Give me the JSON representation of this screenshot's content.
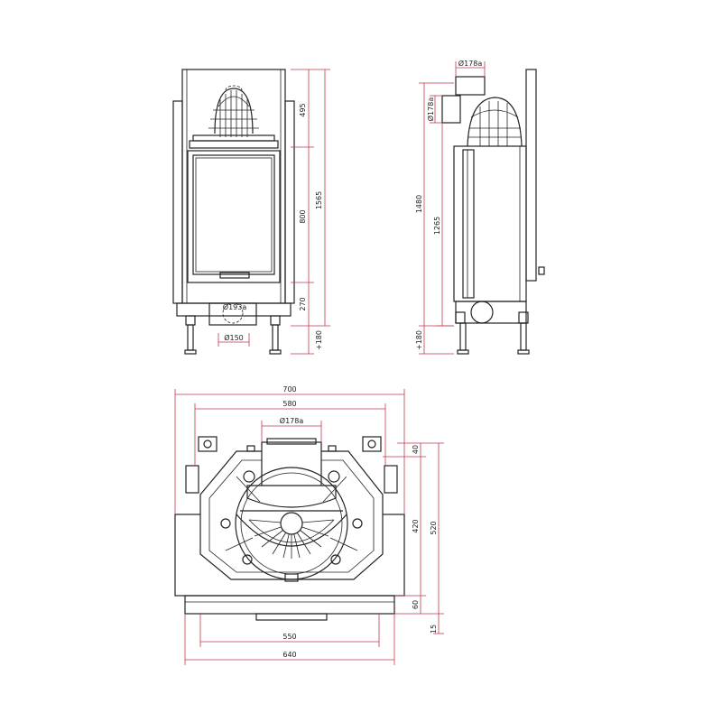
{
  "colors": {
    "line": "#222222",
    "dimension": "#c0394a",
    "background": "#ffffff"
  },
  "front_view": {
    "dims": {
      "top_section": "495",
      "glass": "800",
      "bottom_section": "270",
      "total_height": "1565",
      "legs": "+180"
    },
    "labels": {
      "upper_outlet": "Ø193a",
      "lower_outlet": "Ø150"
    }
  },
  "side_view": {
    "dims": {
      "flue_top": "Ø178a",
      "flue_side": "Ø178a",
      "total_height": "1480",
      "inner_height": "1265",
      "legs": "+180"
    }
  },
  "top_view": {
    "dims": {
      "width_outer": "700",
      "width_inner": "580",
      "flue": "Ø178a",
      "depth_a": "40",
      "depth_b": "420",
      "depth_c": "60",
      "depth_total": "520",
      "door_offset": "15",
      "base_inner": "550",
      "base_outer": "640"
    }
  }
}
